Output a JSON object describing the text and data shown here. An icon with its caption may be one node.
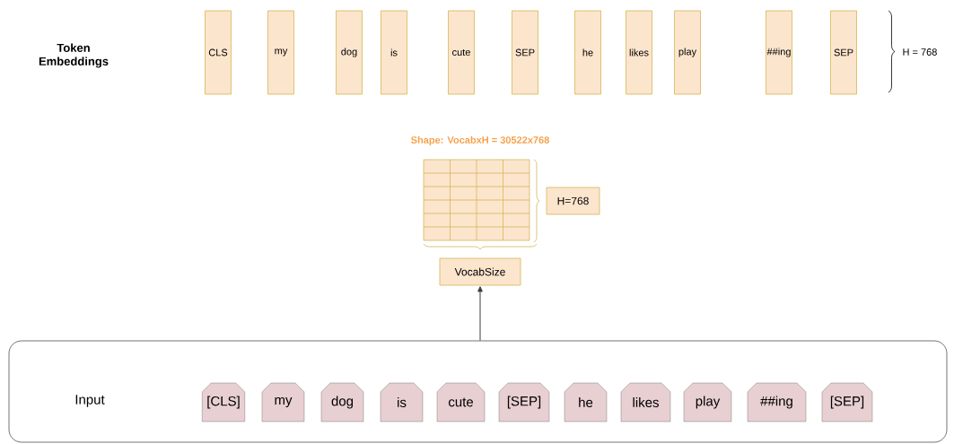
{
  "diagram": {
    "nodes": [
      {
        "text": [
          "Input"
        ]
      },
      {
        "text": [
          "[CLS]"
        ],
        "in": 0
      },
      {
        "text": [
          "my"
        ],
        "in": 0
      },
      {
        "text": [
          "dog"
        ],
        "in": 0
      },
      {
        "text": [
          "is"
        ],
        "in": 0
      },
      {
        "text": [
          "cute"
        ],
        "in": 0
      },
      {
        "text": [
          "[SEP]"
        ],
        "in": 0
      },
      {
        "text": [
          "he"
        ],
        "in": 0
      },
      {
        "text": [
          "likes"
        ],
        "in": 0
      },
      {
        "text": [
          "play"
        ],
        "in": 0
      },
      {
        "text": [
          "##ing"
        ],
        "in": 0
      },
      {
        "text": [
          "[SEP]"
        ],
        "in": 0
      },
      {
        "text": [],
        "shape": "table",
        "beside": [
          "Shape: VocabxH = 30522x768"
        ]
      },
      {
        "text": [
          "H=768"
        ]
      },
      {
        "text": [
          "VocabSize"
        ]
      },
      {
        "text": [
          "CLS"
        ]
      },
      {
        "text": [
          "my"
        ]
      },
      {
        "text": [
          "dog"
        ]
      },
      {
        "text": [
          "is"
        ]
      },
      {
        "text": [
          "cute"
        ]
      },
      {
        "text": [
          "SEP"
        ]
      },
      {
        "text": [
          "he"
        ]
      },
      {
        "text": [
          "likes"
        ]
      },
      {
        "text": [
          "play"
        ]
      },
      {
        "text": [
          "##ing"
        ]
      },
      {
        "text": [
          "SEP"
        ]
      }
    ],
    "edges": [
      {
        "from": 0,
        "to": 14,
        "arrow": "to"
      }
    ],
    "labels": [
      "Token Embeddings",
      "H = 768"
    ]
  }
}
